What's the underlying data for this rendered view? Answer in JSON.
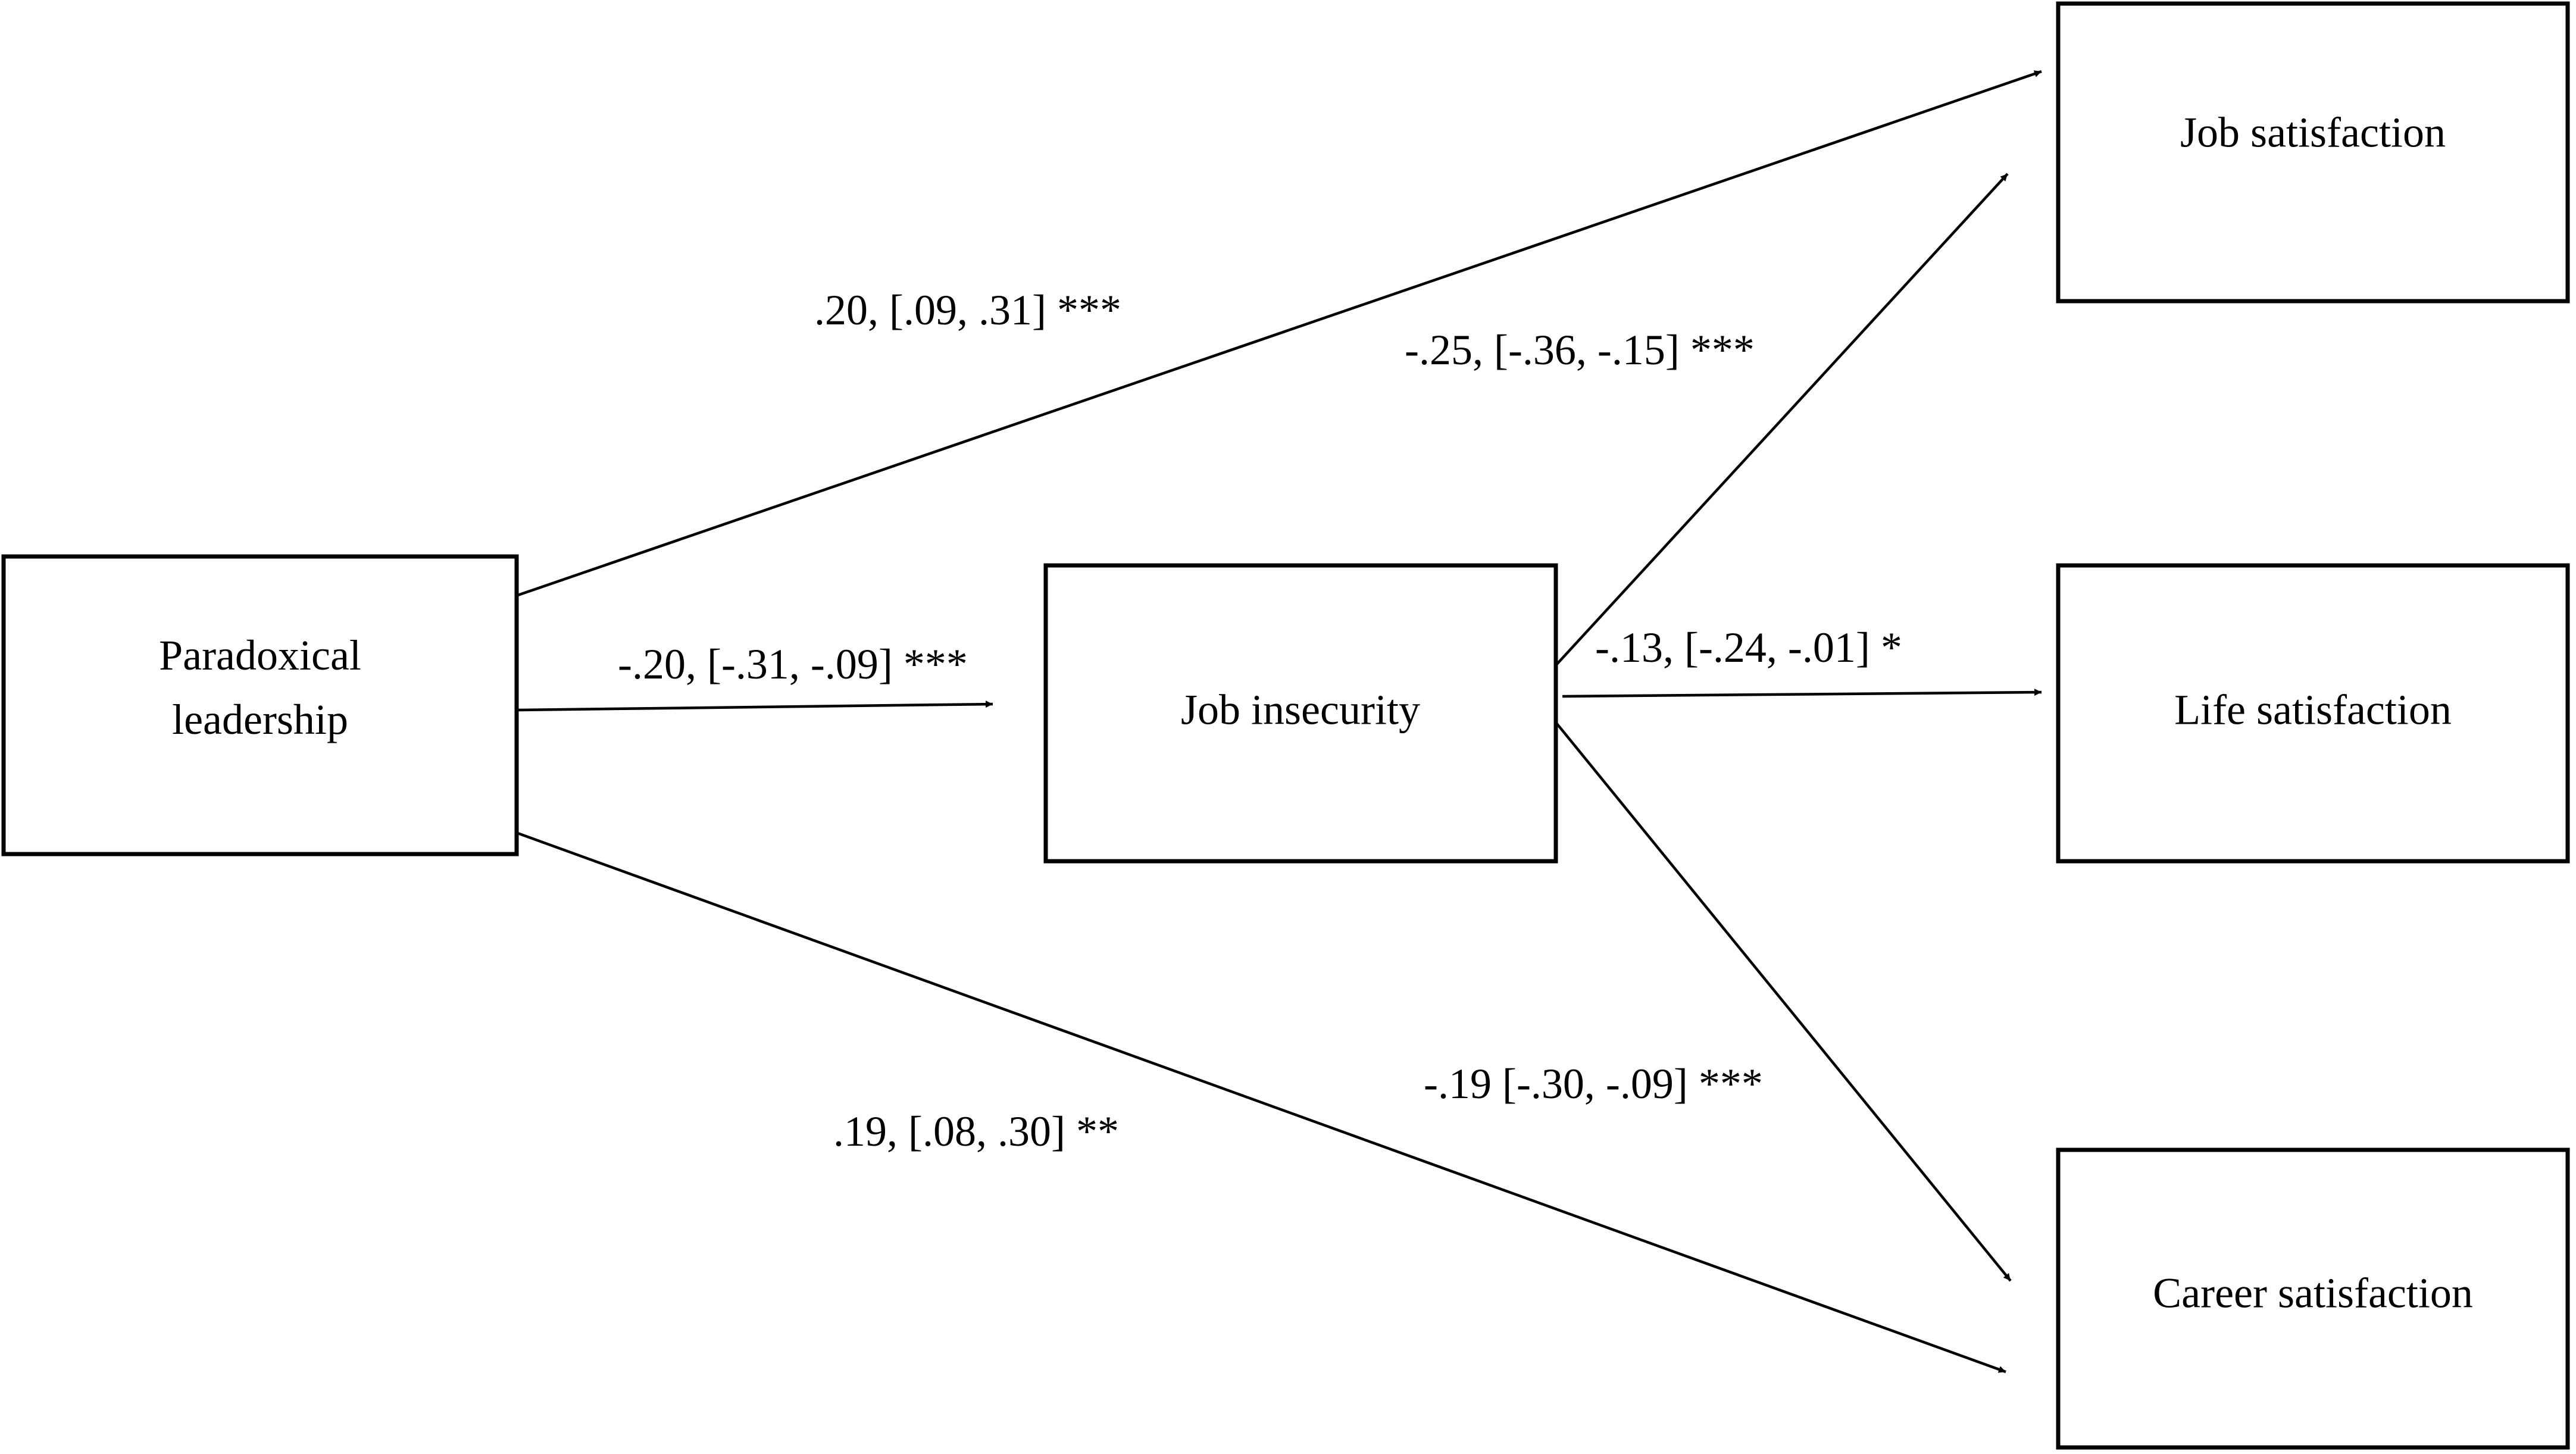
{
  "nodes": {
    "paradoxical_leadership": {
      "line1": "Paradoxical",
      "line2": "leadership"
    },
    "job_insecurity": {
      "label": "Job insecurity"
    },
    "job_satisfaction": {
      "label": "Job satisfaction"
    },
    "life_satisfaction": {
      "label": "Life satisfaction"
    },
    "career_satisfaction": {
      "label": "Career satisfaction"
    }
  },
  "edges": {
    "pl_to_js": {
      "label": ".20, [.09, .31] ***"
    },
    "pl_to_ji": {
      "label": "-.20, [-.31, -.09] ***"
    },
    "pl_to_cs": {
      "label": ".19, [.08, .30] **"
    },
    "ji_to_js": {
      "label": "-.25, [-.36, -.15] ***"
    },
    "ji_to_ls": {
      "label": "-.13, [-.24, -.01] *"
    },
    "ji_to_cs": {
      "label": "-.19 [-.30, -.09] ***"
    }
  },
  "colors": {
    "stroke": "#000000",
    "background": "#ffffff"
  }
}
